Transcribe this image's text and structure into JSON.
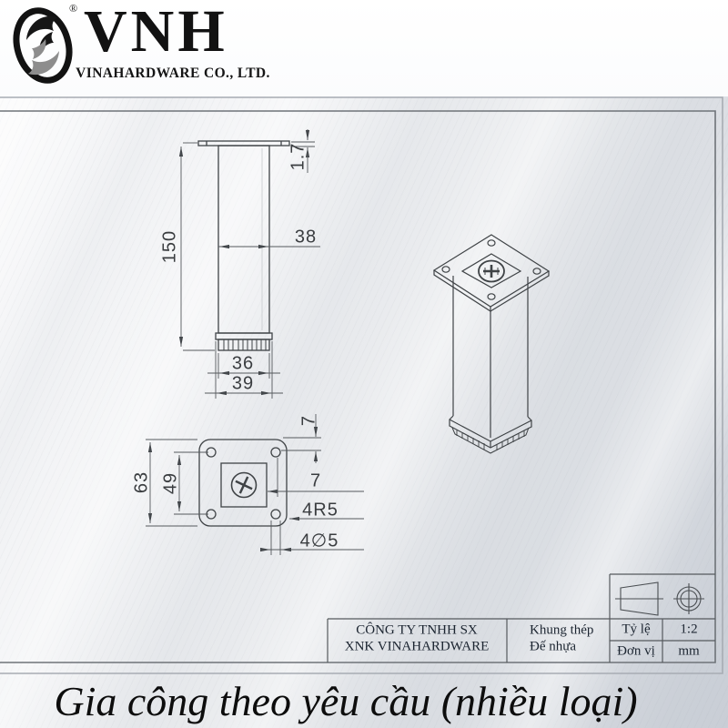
{
  "header": {
    "logo": {
      "mark": "VNH",
      "registered": "®",
      "subtitle": "VINAHARDWARE CO., LTD."
    }
  },
  "drawing": {
    "front_view": {
      "height": "150",
      "plate_thickness": "1.7",
      "tube_width": "38",
      "foot_width": "36",
      "base_width": "39"
    },
    "bottom_view": {
      "plate_size": "63",
      "hole_spacing": "49",
      "edge_to_hole": "7",
      "center_to_hole": "7",
      "corner_radius": "4R5",
      "hole_diameter": "4∅5"
    }
  },
  "title_block": {
    "company_line1": "CÔNG TY TNHH SX",
    "company_line2": "XNK VINAHARDWARE",
    "material_line1": "Khung thép",
    "material_line2": "Đế nhựa",
    "scale_label": "Tỷ lệ",
    "scale_value": "1:2",
    "unit_label": "Đơn vị",
    "unit_value": "mm"
  },
  "footer": {
    "slogan": "Gia công theo yêu cầu (nhiều loại)"
  }
}
